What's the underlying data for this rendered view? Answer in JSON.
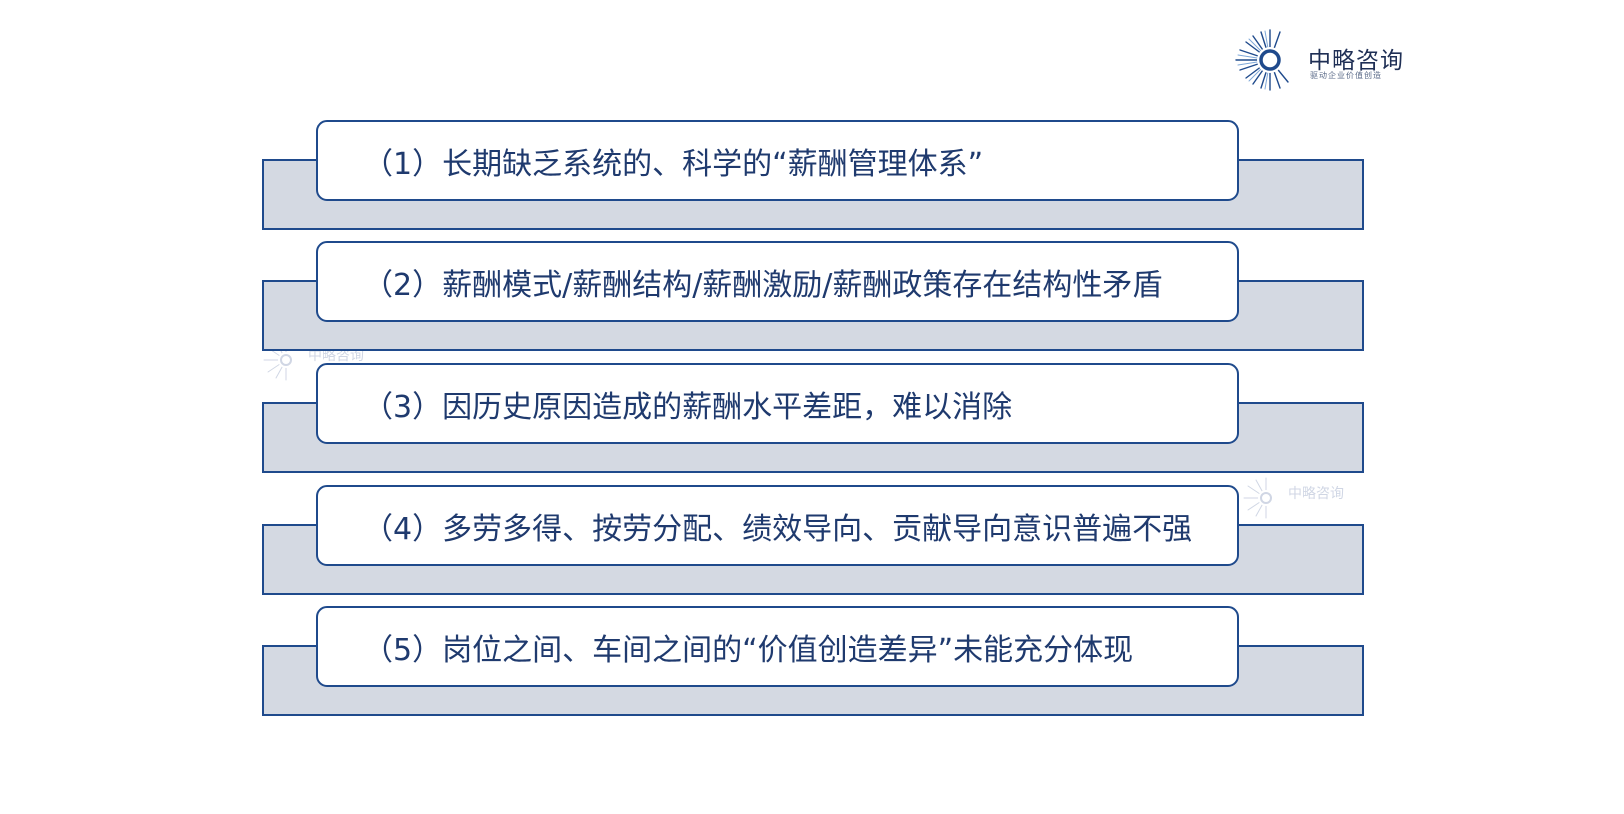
{
  "logo": {
    "name": "中略咨询",
    "tagline": "驱动企业价值创造"
  },
  "watermark": {
    "name": "中略咨询"
  },
  "items": [
    {
      "text": "（1）长期缺乏系统的、科学的“薪酬管理体系”"
    },
    {
      "text": "（2）薪酬模式/薪酬结构/薪酬激励/薪酬政策存在结构性矛盾"
    },
    {
      "text": "（3）因历史原因造成的薪酬水平差距，难以消除"
    },
    {
      "text": "（4）多劳多得、按劳分配、绩效导向、贡献导向意识普遍不强"
    },
    {
      "text": "（5）岗位之间、车间之间的“价值创造差异”未能充分体现"
    }
  ],
  "colors": {
    "border": "#1f4a8c",
    "band": "#d4d9e2",
    "text": "#1f3a6e"
  }
}
